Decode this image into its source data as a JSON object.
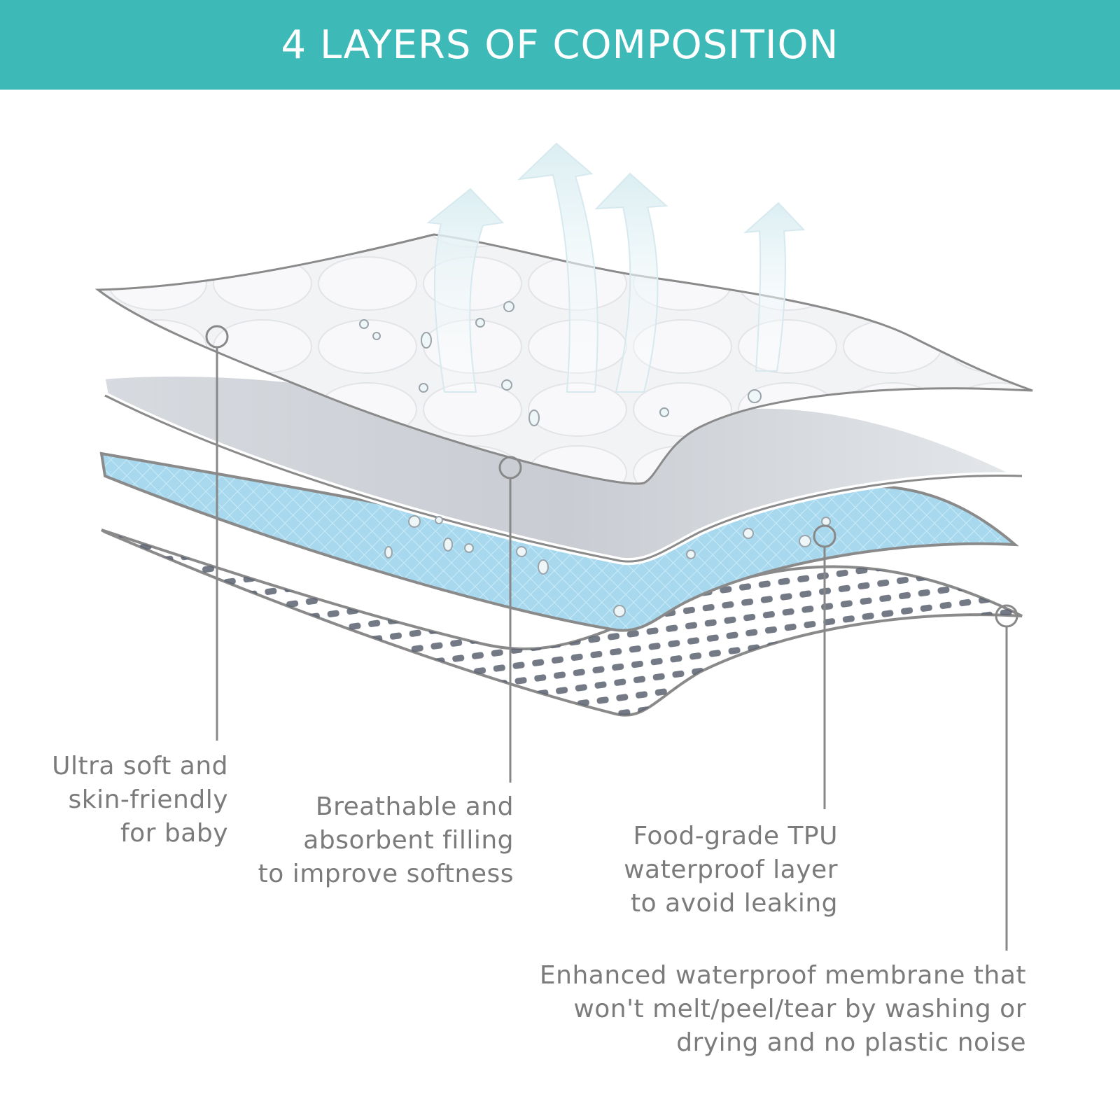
{
  "header": {
    "title": "4 LAYERS OF COMPOSITION",
    "background": "#3dbab8"
  },
  "layers": [
    {
      "name": "top-quilted-layer",
      "color": "#f3f3f5",
      "caption_lines": [
        "Ultra soft and",
        "skin-friendly",
        "for baby"
      ]
    },
    {
      "name": "absorbent-filling-layer",
      "color": "#d9dde2",
      "caption_lines": [
        "Breathable and",
        "absorbent filling",
        "to improve softness"
      ]
    },
    {
      "name": "tpu-waterproof-layer",
      "color": "#a8d8ee",
      "caption_lines": [
        "Food-grade TPU",
        "waterproof layer",
        "to avoid leaking"
      ]
    },
    {
      "name": "membrane-layer",
      "color": "#ffffff",
      "caption_lines": [
        "Enhanced waterproof membrane that",
        "won't melt/peel/tear by washing or",
        "drying and no plastic noise"
      ]
    }
  ],
  "colors": {
    "caption_text": "#7b7b7b",
    "leader_line": "#888888",
    "layer_edge": "#8a8a8a",
    "arrow": "#e6f1f3"
  }
}
